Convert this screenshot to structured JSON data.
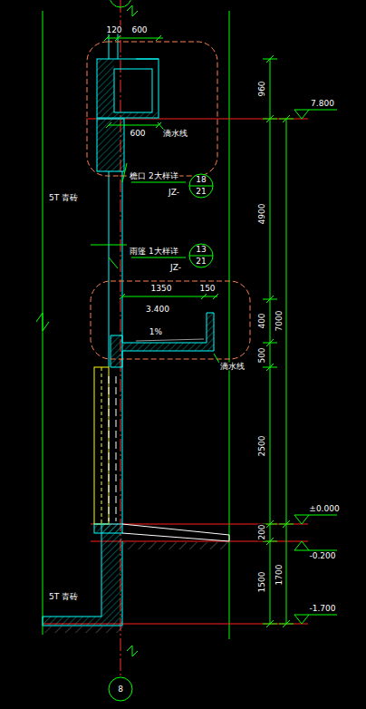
{
  "diagram": {
    "nodes": [
      {
        "text": [
          "18",
          "21"
        ]
      },
      {
        "text": [
          "13",
          "21"
        ]
      },
      {
        "text": [
          "8"
        ]
      }
    ],
    "labels": [
      "120",
      "600",
      "960",
      "7.800",
      "600",
      "滴水线",
      "5T 青砖",
      "檐口 2大样详",
      "JZ-",
      "4900",
      "雨篷 1大样详",
      "JZ-",
      "1350",
      "150",
      "3.400",
      "1%",
      "滴水线",
      "400",
      "7000",
      "500",
      "2500",
      "±0.000",
      "200",
      "-0.200",
      "1500",
      "1700",
      "-1.700",
      "5T 青砖"
    ]
  }
}
